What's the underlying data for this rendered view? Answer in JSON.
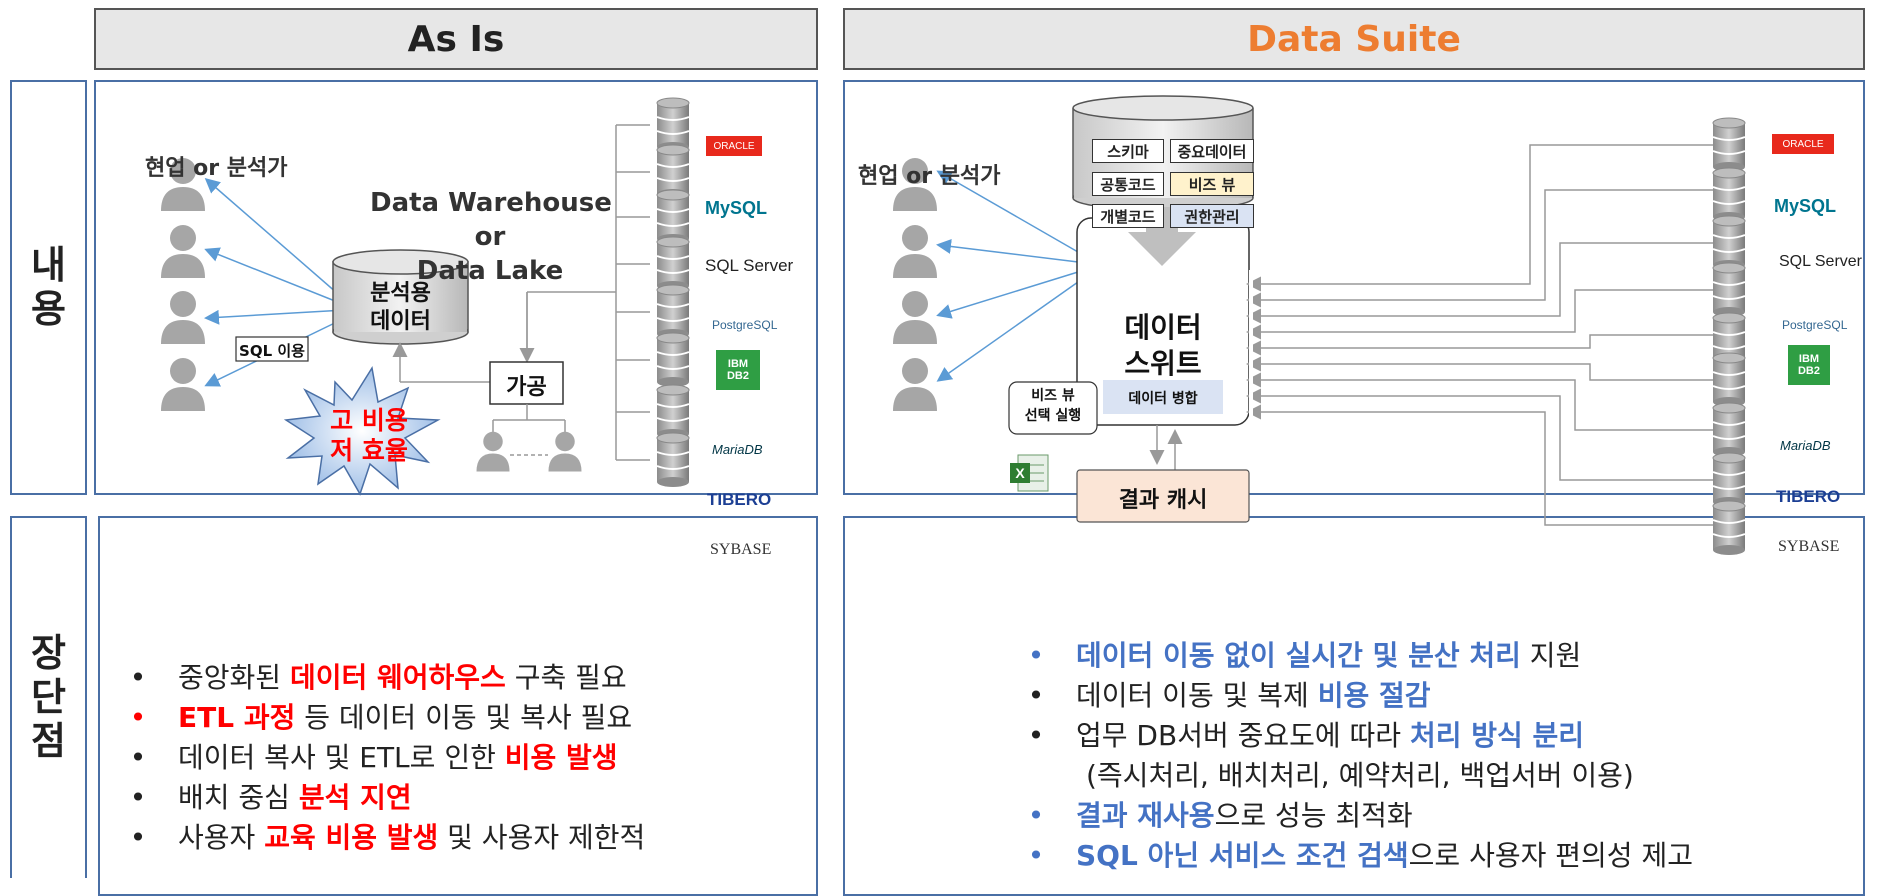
{
  "headers": {
    "left": "As Is",
    "right": "Data Suite",
    "right_color": "#ed7d31"
  },
  "side": {
    "content": [
      "내",
      "용"
    ],
    "pros_cons": [
      "장",
      "단",
      "점"
    ]
  },
  "left_panel": {
    "users_label": "현업 or 분석가",
    "dw_title": [
      "Data Warehouse",
      "or",
      "Data Lake"
    ],
    "cylinder_text": [
      "분석용",
      "데이터"
    ],
    "sql_label": "SQL 이용",
    "process_label": "가공",
    "burst_text": [
      "고 비용",
      "저 효율"
    ]
  },
  "right_panel": {
    "users_label": "현업 or 분석가",
    "meta_chips": [
      "스키마",
      "중요데이터",
      "공통코드",
      "비즈 뷰",
      "개별코드",
      "권한관리"
    ],
    "suite_title": [
      "데이터",
      "스위트"
    ],
    "merge_label": "데이터 병합",
    "bizview_label": [
      "비즈 뷰",
      "선택 실행"
    ],
    "cache_label": "결과 캐시"
  },
  "db_logos": [
    "ORACLE",
    "MySQL",
    "SQL Server",
    "PostgreSQL",
    "IBM DB2",
    "MariaDB",
    "TIBERO",
    "SYBASE"
  ],
  "left_bullets": [
    {
      "pre": "중앙화된 ",
      "hl": "데이터 웨어하우스",
      "post": " 구축 필요",
      "dot_red": false
    },
    {
      "pre": "",
      "hl": "ETL 과정",
      "post": " 등 데이터 이동 및 복사 필요",
      "dot_red": true
    },
    {
      "pre": "데이터 복사 및 ETL로 인한 ",
      "hl": "비용 발생",
      "post": "",
      "dot_red": false
    },
    {
      "pre": "배치 중심 ",
      "hl": "분석 지연",
      "post": "",
      "dot_red": false
    },
    {
      "pre": "사용자  ",
      "hl": "교육 비용 발생",
      "post": " 및 사용자 제한적",
      "dot_red": false
    }
  ],
  "right_bullets": [
    {
      "pre": "",
      "hl": "데이터 이동 없이 실시간 및 분산 처리",
      "post": " 지원",
      "dot_blue": true
    },
    {
      "pre": "데이터 이동 및 복제 ",
      "hl": "비용 절감",
      "post": "",
      "dot_blue": false
    },
    {
      "pre": "업무 DB서버 중요도에 따라 ",
      "hl": "처리 방식 분리",
      "post": "",
      "dot_blue": false
    },
    {
      "pre": "(즉시처리, 배치처리, 예약처리, 백업서버 이용)",
      "hl": "",
      "post": "",
      "dot_blue": false,
      "indent": true
    },
    {
      "pre": "",
      "hl": "결과 재사용",
      "post": "으로 성능 최적화",
      "dot_blue": true
    },
    {
      "pre": "",
      "hl": "SQL 아닌 서비스 조건 검색",
      "post": "으로 사용자 편의성 제고",
      "dot_blue": true
    }
  ]
}
